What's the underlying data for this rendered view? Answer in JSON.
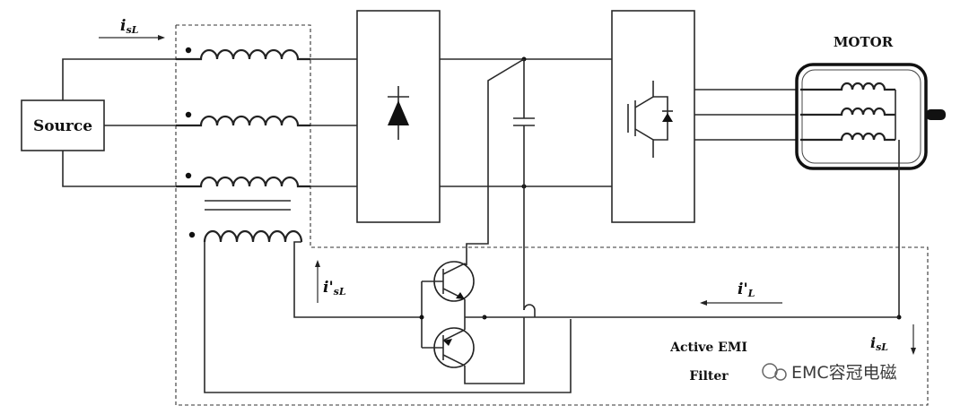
{
  "diagram": {
    "labels": {
      "source": "Source",
      "motor": "MOTOR",
      "active_filter_line1": "Active EMI",
      "active_filter_line2": "Filter",
      "i_sL_top": "isL",
      "i_sL_prime": "i'sL",
      "i_L_prime": "i'L",
      "i_sL_right": "isL"
    },
    "watermark": {
      "text": "EMC容冠电磁"
    }
  }
}
